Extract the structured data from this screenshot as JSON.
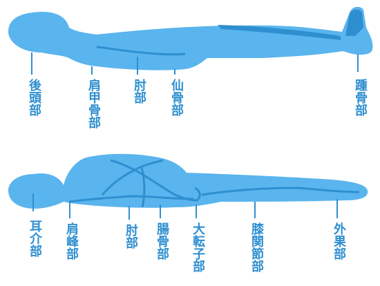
{
  "colors": {
    "body_fill": "#5ab4ee",
    "body_shadow": "#2e8fd0",
    "leader_line": "#2e8fd0",
    "label_text": "#2e8fd0",
    "background": "#ffffff"
  },
  "supine": {
    "labels": [
      {
        "id": "occiput",
        "text": "後頭部"
      },
      {
        "id": "scapula",
        "text": "肩甲骨部"
      },
      {
        "id": "elbow",
        "text": "肘部"
      },
      {
        "id": "sacrum",
        "text": "仙骨部"
      },
      {
        "id": "heel",
        "text": "踵骨部"
      }
    ]
  },
  "lateral": {
    "labels": [
      {
        "id": "ear",
        "text": "耳介部"
      },
      {
        "id": "acromion",
        "text": "肩峰部"
      },
      {
        "id": "elbow",
        "text": "肘部"
      },
      {
        "id": "ilium",
        "text": "腸骨部"
      },
      {
        "id": "trochanter",
        "text": "大転子部"
      },
      {
        "id": "knee",
        "text": "膝関節部"
      },
      {
        "id": "malleolus",
        "text": "外果部"
      }
    ]
  }
}
